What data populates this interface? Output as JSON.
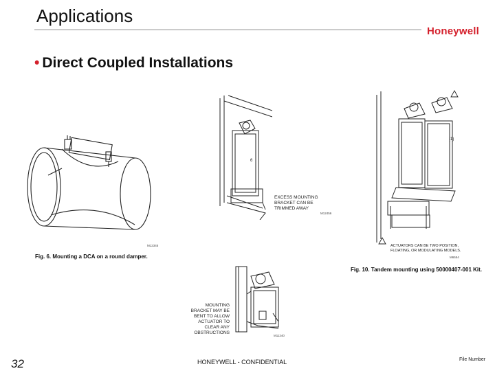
{
  "header": {
    "title": "Applications",
    "brand": "Honeywell"
  },
  "content": {
    "bullet": "Direct Coupled Installations"
  },
  "figures": {
    "round_damper": {
      "caption": "Fig. 6. Mounting a DCA on a round damper.",
      "code": "M12345"
    },
    "bracket_trim": {
      "note_lines": [
        "EXCESS MOUNTING",
        "BRACKET CAN BE",
        "TRIMMED AWAY"
      ],
      "code": "M12456"
    },
    "tandem": {
      "note_lines": [
        "ACTUATORS CAN BE TWO POSITION,",
        "FLOATING, OR MODULATING MODELS."
      ],
      "code": "M6554",
      "caption": "Fig. 10. Tandem mounting using 50000407-001 Kit."
    },
    "bent_bracket": {
      "note_lines": [
        "MOUNTING",
        "BRACKET MAY BE",
        "BENT TO ALLOW",
        "ACTUATOR TO",
        "CLEAR ANY",
        "OBSTRUCTIONS"
      ],
      "code": "M11240"
    }
  },
  "footer": {
    "page_number": "32",
    "confidential": "HONEYWELL - CONFIDENTIAL",
    "file_label": "File Number"
  }
}
